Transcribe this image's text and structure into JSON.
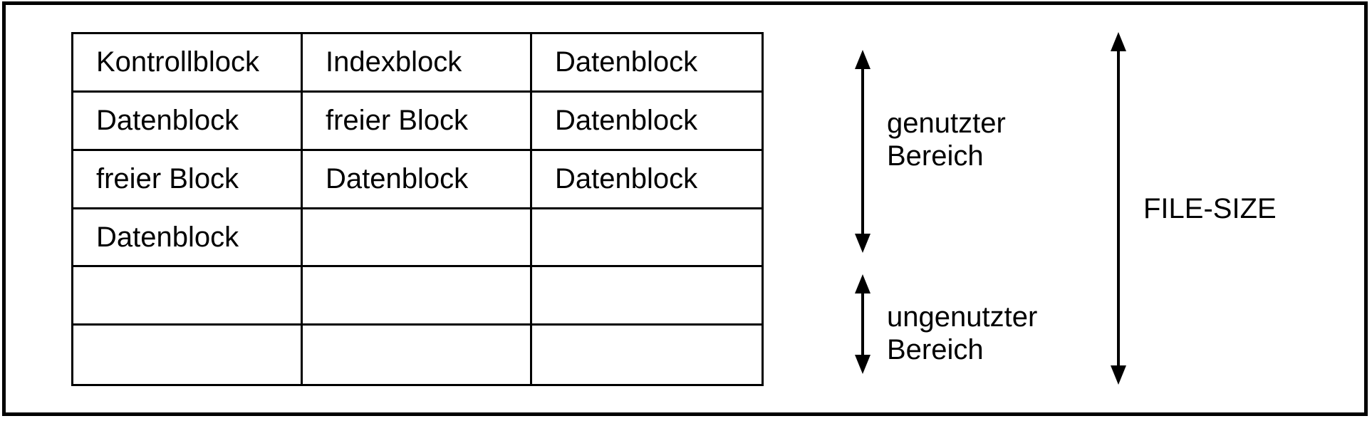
{
  "diagram": {
    "block_table": {
      "columns": 3,
      "rows": [
        [
          "Kontrollblock",
          "Indexblock",
          "Datenblock"
        ],
        [
          "Datenblock",
          "freier Block",
          "Datenblock"
        ],
        [
          "freier Block",
          "Datenblock",
          "Datenblock"
        ],
        [
          "Datenblock",
          "",
          ""
        ],
        [
          "",
          "",
          ""
        ],
        [
          "",
          "",
          ""
        ]
      ]
    },
    "annotations": {
      "used_area_label": "genutzter Bereich",
      "unused_area_label": "ungenutzter Bereich",
      "file_size_label": "FILE-SIZE"
    },
    "colors": {
      "line": "#000000",
      "text": "#000000",
      "background": "#ffffff"
    }
  }
}
